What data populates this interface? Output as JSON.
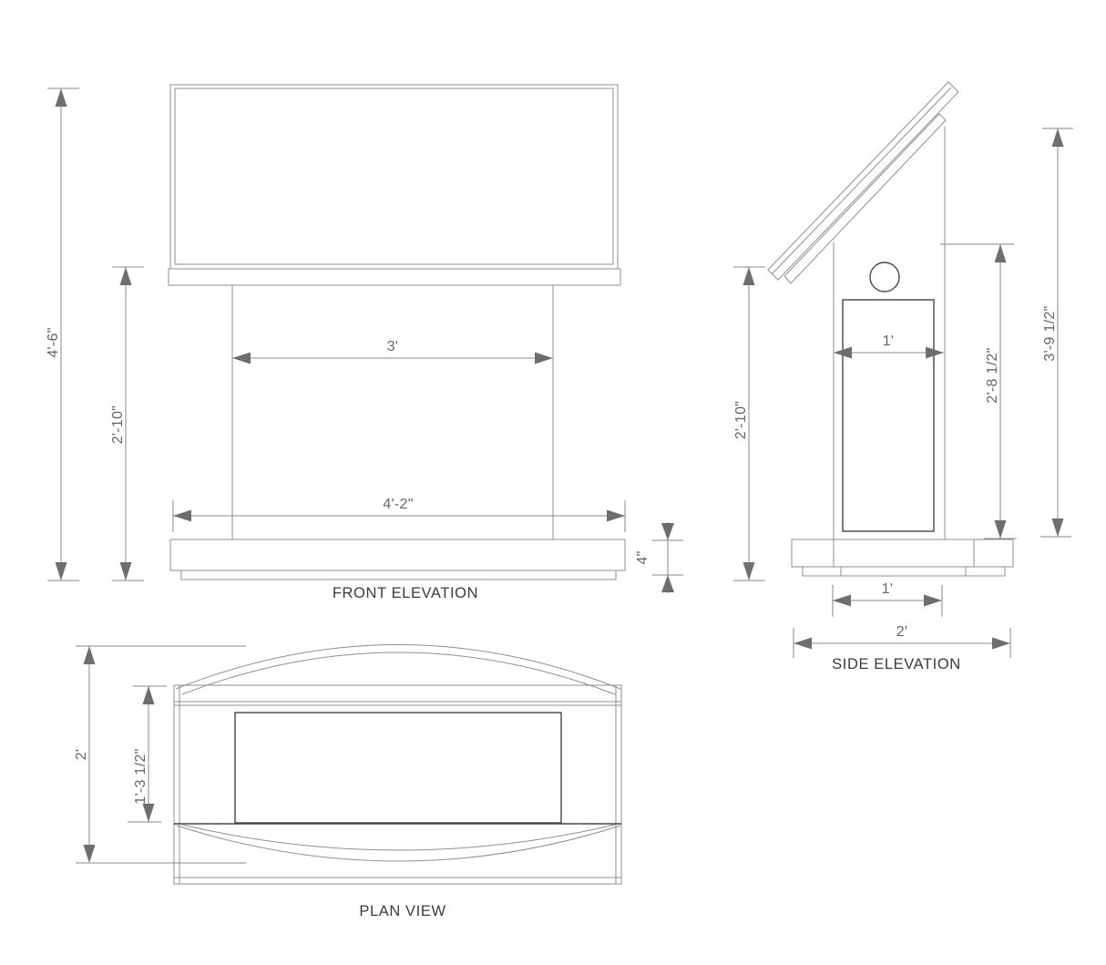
{
  "drawing": {
    "type": "technical-orthographic-drawing",
    "subject": "lectern / podium shop drawing",
    "colors": {
      "line_light": "#8f8f8f",
      "line_dark": "#454545",
      "dimension_text": "#666666",
      "arrowhead": "#6e6e6e",
      "title_text": "#3b3b3b",
      "background": "#ffffff"
    },
    "views": {
      "front_elevation": {
        "title": "FRONT ELEVATION",
        "dim_total_height": "4'-6\"",
        "dim_underside_height": "2'-10\"",
        "dim_top_span": "3'",
        "dim_base_width": "4'-2\"",
        "dim_base_height": "4\""
      },
      "side_elevation": {
        "title": "SIDE ELEVATION",
        "dim_front_height": "2'-10\"",
        "dim_pedestal_depth": "1'",
        "dim_front_panel_height": "2'-8 1/2\"",
        "dim_back_height": "3'-9 1/2\"",
        "dim_base_top_depth": "1'",
        "dim_base_depth": "2'"
      },
      "plan_view": {
        "title": "PLAN VIEW",
        "dim_overall_depth": "2'",
        "dim_body_depth": "1'-3 1/2\""
      }
    }
  }
}
